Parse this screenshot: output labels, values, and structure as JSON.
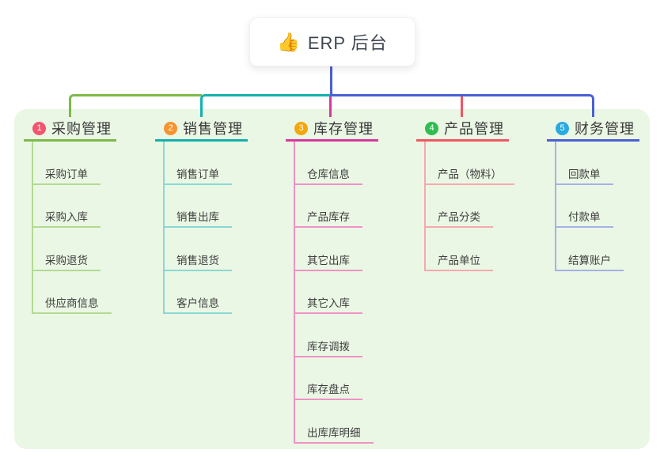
{
  "root": {
    "icon": "👍",
    "label": "ERP 后台"
  },
  "colors": {
    "panel_bg": "#EBF7E5",
    "stem": "#4A60D2",
    "root_text": "#3F4651"
  },
  "branches": [
    {
      "badge": "1",
      "badge_color": "#F2566F",
      "label": "采购管理",
      "color": "#7DBA4A",
      "light_color": "#B2DA92",
      "children": [
        "采购订单",
        "采购入库",
        "采购退货",
        "供应商信息"
      ]
    },
    {
      "badge": "2",
      "badge_color": "#F8932F",
      "label": "销售管理",
      "color": "#12B2AC",
      "light_color": "#89D8D2",
      "children": [
        "销售订单",
        "销售出库",
        "销售退货",
        "客户信息"
      ]
    },
    {
      "badge": "3",
      "badge_color": "#F3A70B",
      "label": "库存管理",
      "color": "#D63A9A",
      "light_color": "#EF92C6",
      "children": [
        "仓库信息",
        "产品库存",
        "其它出库",
        "其它入库",
        "库存调拨",
        "库存盘点",
        "出库库明细"
      ]
    },
    {
      "badge": "4",
      "badge_color": "#2FBD50",
      "label": "产品管理",
      "color": "#F25663",
      "light_color": "#F7A8AE",
      "children": [
        "产品（物料）",
        "产品分类",
        "产品单位"
      ]
    },
    {
      "badge": "5",
      "badge_color": "#28AAE1",
      "label": "财务管理",
      "color": "#4A60D2",
      "light_color": "#A3B2E6",
      "children": [
        "回款单",
        "付款单",
        "结算账户"
      ]
    }
  ]
}
